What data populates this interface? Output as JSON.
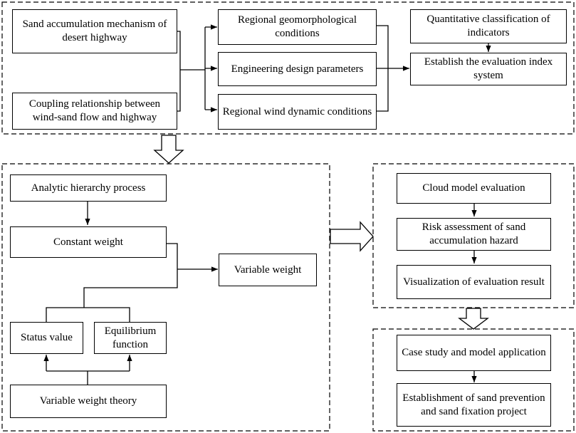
{
  "top": {
    "sand_accumulation": "Sand accumulation mechanism of desert highway",
    "coupling": "Coupling relationship between wind-sand flow and highway",
    "geomorphological": "Regional geomorphological conditions",
    "engineering": "Engineering design parameters",
    "wind_dynamic": "Regional wind dynamic conditions",
    "quantitative": "Quantitative classification of indicators",
    "index_system": "Establish the evaluation index system"
  },
  "weighting": {
    "ahp": "Analytic hierarchy process",
    "constant_weight": "Constant weight",
    "variable_weight": "Variable weight",
    "status_value": "Status value",
    "equilibrium": "Equilibrium function",
    "variable_weight_theory": "Variable weight theory"
  },
  "evaluation": {
    "cloud_model": "Cloud model evaluation",
    "risk_assessment": "Risk assessment of sand accumulation hazard",
    "visualization": "Visualization of evaluation result"
  },
  "application": {
    "case_study": "Case study and model application",
    "sand_prevention": "Establishment of sand prevention and sand fixation project"
  }
}
